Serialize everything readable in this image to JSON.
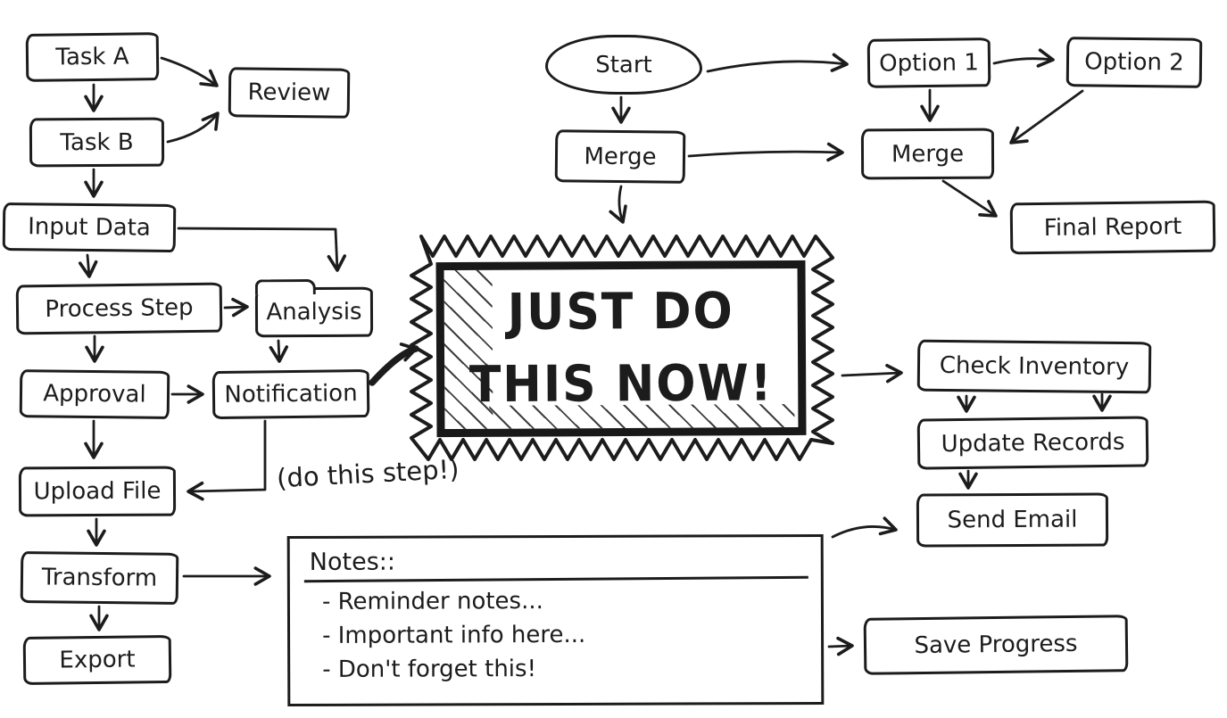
{
  "palette": {
    "ink": "#1c1c1c",
    "background": "#ffffff"
  },
  "nodes": {
    "task_a": "Task A",
    "task_b": "Task B",
    "review": "Review",
    "input_data": "Input Data",
    "process_step": "Process Step",
    "analysis": "Analysis",
    "approval": "Approval",
    "notification": "Notification",
    "upload_file": "Upload File",
    "transform": "Transform",
    "export": "Export",
    "start": "Start",
    "merge_left": "Merge",
    "option_1": "Option 1",
    "option_2": "Option 2",
    "merge_right": "Merge",
    "final_report": "Final Report",
    "check_inventory": "Check Inventory",
    "update_records": "Update Records",
    "send_email": "Send Email",
    "save_progress": "Save Progress"
  },
  "banner": {
    "line1": "JUST DO",
    "line2": "THIS NOW!"
  },
  "annotation": "(do this step!)",
  "notes": {
    "title": "Notes::",
    "items": [
      "- Reminder notes...",
      "- Important info here...",
      "- Don't forget this!"
    ]
  }
}
